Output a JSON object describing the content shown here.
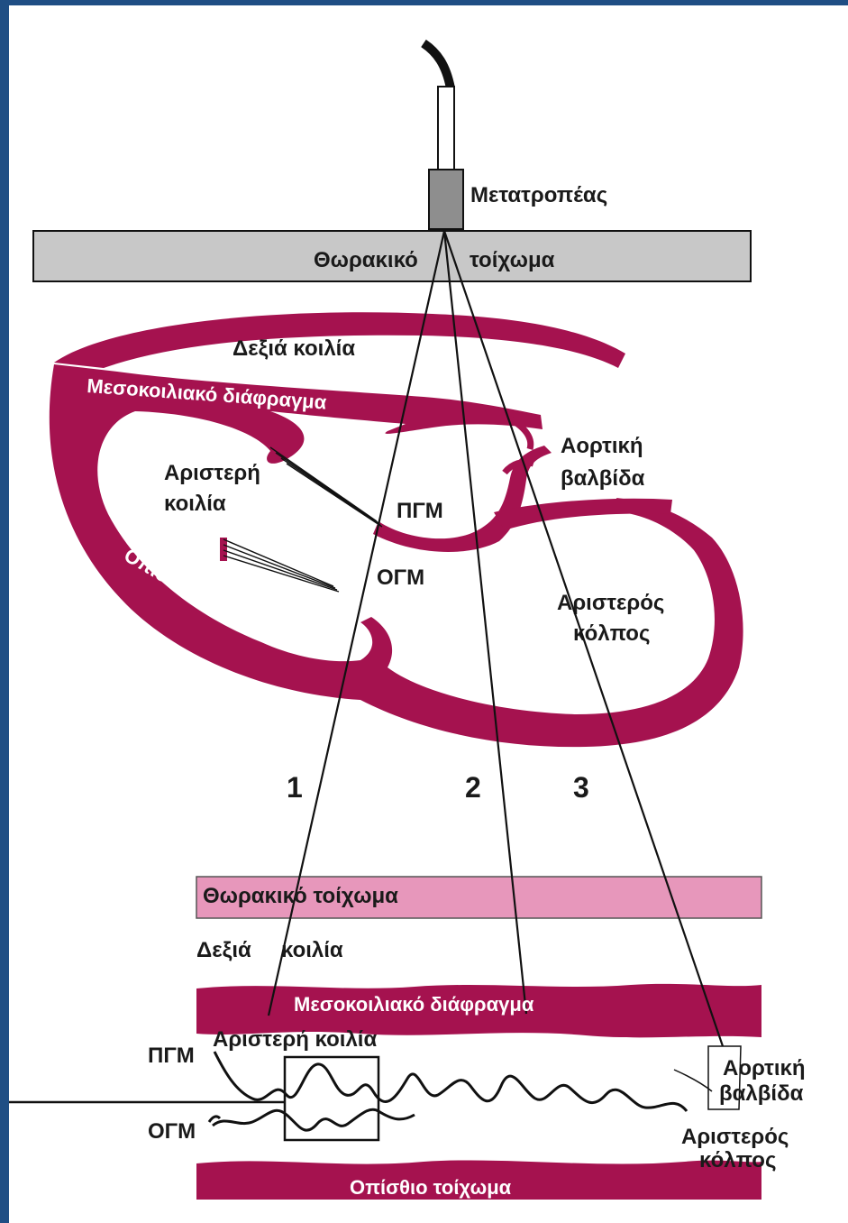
{
  "colors": {
    "frame": "#1f4e84",
    "myocardium": "#a5124f",
    "chest_wall_top": "#c8c8c8",
    "chest_wall_mmode": "#e797bb",
    "line": "#111111"
  },
  "top": {
    "transducer": "Μετατροπέας",
    "chest_wall_left": "Θωρακικό",
    "chest_wall_right": "τοίχωμα"
  },
  "heart": {
    "right_ventricle": "Δεξιά κοιλία",
    "septum": "Μεσοκοιλιακό διάφραγμα",
    "lv_line1": "Αριστερή",
    "lv_line2": "κοιλία",
    "amv": "ΠΓΜ",
    "pmv": "ΟΓΜ",
    "posterior_wall": "Οπίσθιο τοίχωμα",
    "aortic_line1": "Αορτική",
    "aortic_line2": "βαλβίδα",
    "la_line1": "Αριστερός",
    "la_line2": "κόλπος"
  },
  "beams": [
    "1",
    "2",
    "3"
  ],
  "mmode": {
    "chest_wall": "Θωρακικό τοίχωμα",
    "right_ventricle_1": "Δεξιά",
    "right_ventricle_2": "κοιλία",
    "septum": "Μεσοκοιλιακό διάφραγμα",
    "left_ventricle": "Αριστερή κοιλία",
    "amv": "ΠΓΜ",
    "pmv": "ΟΓΜ",
    "aortic_line1": "Αορτική",
    "aortic_line2": "βαλβίδα",
    "la_line1": "Αριστερός",
    "la_line2": "κόλπος",
    "posterior_wall": "Οπίσθιο τοίχωμα"
  }
}
